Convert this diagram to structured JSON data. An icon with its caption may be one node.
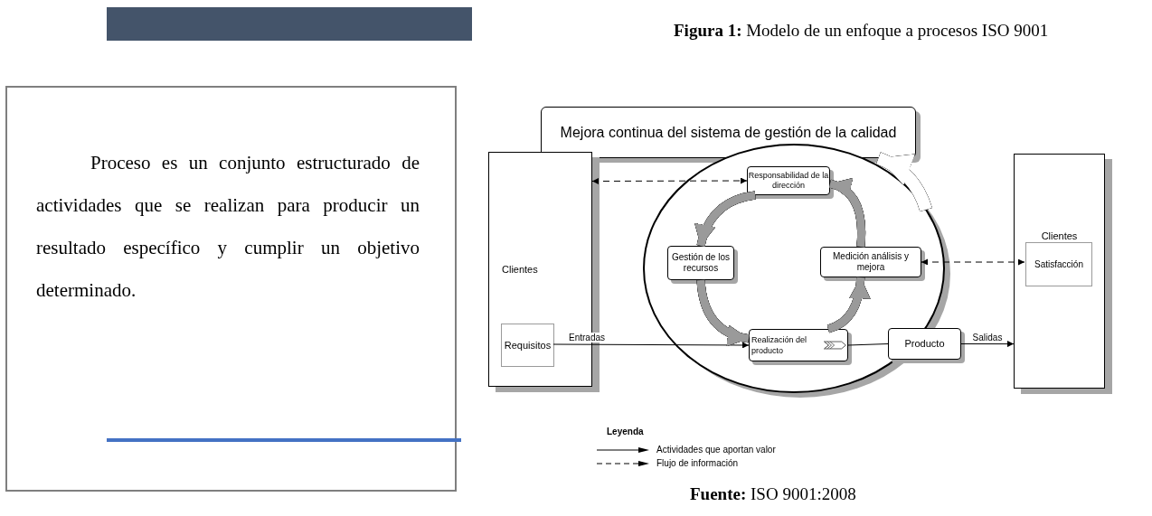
{
  "diagram": {
    "title": "**Figura 1:** Modelo de un enfoque a procesos ISO 9001",
    "caption": "**Fuente:** ISO 9001:2008",
    "nodes": [
      {
        "text": [
          "Proceso es un conjunto estructurado de actividades que se realizan para producir un resultado específico y cumplir un objetivo determinado."
        ]
      },
      {
        "text": [
          "Mejora continua del sistema de gestión de la calidad"
        ]
      },
      {
        "text": [
          "Clientes"
        ]
      },
      {
        "text": [
          "Requisitos"
        ],
        "in": 2
      },
      {
        "text": [],
        "shape": "ellipse"
      },
      {
        "text": [
          "Responsabilidad de la dirección"
        ],
        "in": 4
      },
      {
        "text": [
          "Gestión de los recursos"
        ],
        "in": 4
      },
      {
        "text": [
          "Medición análisis y mejora"
        ],
        "in": 4
      },
      {
        "text": [
          "Realización del producto"
        ],
        "in": 4
      },
      {
        "text": [
          "Producto"
        ]
      },
      {
        "text": [
          "Clientes"
        ]
      },
      {
        "text": [
          "Satisfacción"
        ],
        "in": 10
      }
    ],
    "edges": [
      {
        "from": 2,
        "to": 5,
        "arrow": "both",
        "style": "dashed"
      },
      {
        "from": 3,
        "to": 8,
        "arrow": "to",
        "label": "Entradas"
      },
      {
        "from": 8,
        "to": 9,
        "arrow": "none"
      },
      {
        "from": 9,
        "to": 10,
        "arrow": "to",
        "label": "Salidas"
      },
      {
        "from": 7,
        "to": 11,
        "arrow": "both",
        "style": "dashed"
      },
      {
        "from": 5,
        "to": 6,
        "arrow": "to",
        "style": "thick",
        "color": "#9a9a9a"
      },
      {
        "from": 6,
        "to": 8,
        "arrow": "to",
        "style": "thick",
        "color": "#9a9a9a"
      },
      {
        "from": 8,
        "to": 7,
        "arrow": "to",
        "style": "thick",
        "color": "#9a9a9a"
      },
      {
        "from": 7,
        "to": 5,
        "arrow": "to",
        "style": "thick",
        "color": "#9a9a9a"
      },
      {
        "from": 4,
        "to": 1,
        "arrow": "to",
        "style": "thick",
        "color": "#ffffff"
      }
    ],
    "labels": [
      "Leyenda"
    ],
    "legend": [
      {
        "text": "Actividades que aportan valor"
      },
      {
        "text": "Flujo de información"
      }
    ]
  }
}
